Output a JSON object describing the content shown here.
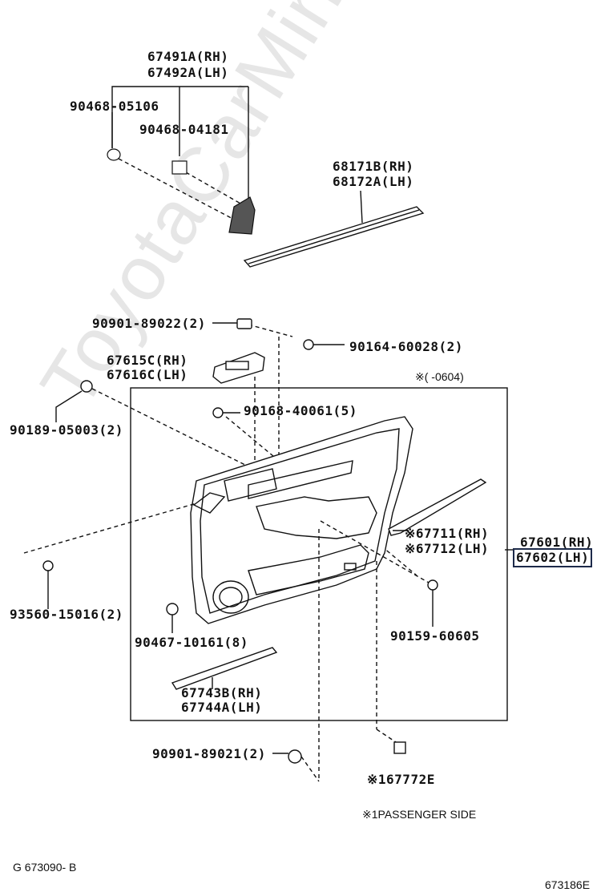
{
  "watermark": "ToyotaCarMine.ru",
  "labels": {
    "p67491a": "67491A(RH)",
    "p67492a": "67492A(LH)",
    "p90468_05106": "90468-05106",
    "p90468_04181": "90468-04181",
    "p68171b": "68171B(RH)",
    "p68172a": "68172A(LH)",
    "p90901_89022": "90901-89022(2)",
    "p90164": "90164-60028(2)",
    "p67615c": "67615C(RH)",
    "p67616c": "67616C(LH)",
    "note_0604": "※(      -0604)",
    "p90189": "90189-05003(2)",
    "p90168": "90168-40061(5)",
    "p67711": "※67711(RH)",
    "p67712": "※67712(LH)",
    "p67601": "67601(RH)",
    "p67602": "67602(LH)",
    "p93560": "93560-15016(2)",
    "p90159": "90159-60605",
    "p90467": "90467-10161(8)",
    "p67743b": "67743B(RH)",
    "p67744a": "67744A(LH)",
    "p90901_89021": "90901-89021(2)",
    "p67772e": "※167772E",
    "passenger_note": "※1PASSENGER SIDE",
    "footer_left": "G  673090- B",
    "footer_right": "673186E"
  },
  "highlight_color": "#1d2a4a"
}
